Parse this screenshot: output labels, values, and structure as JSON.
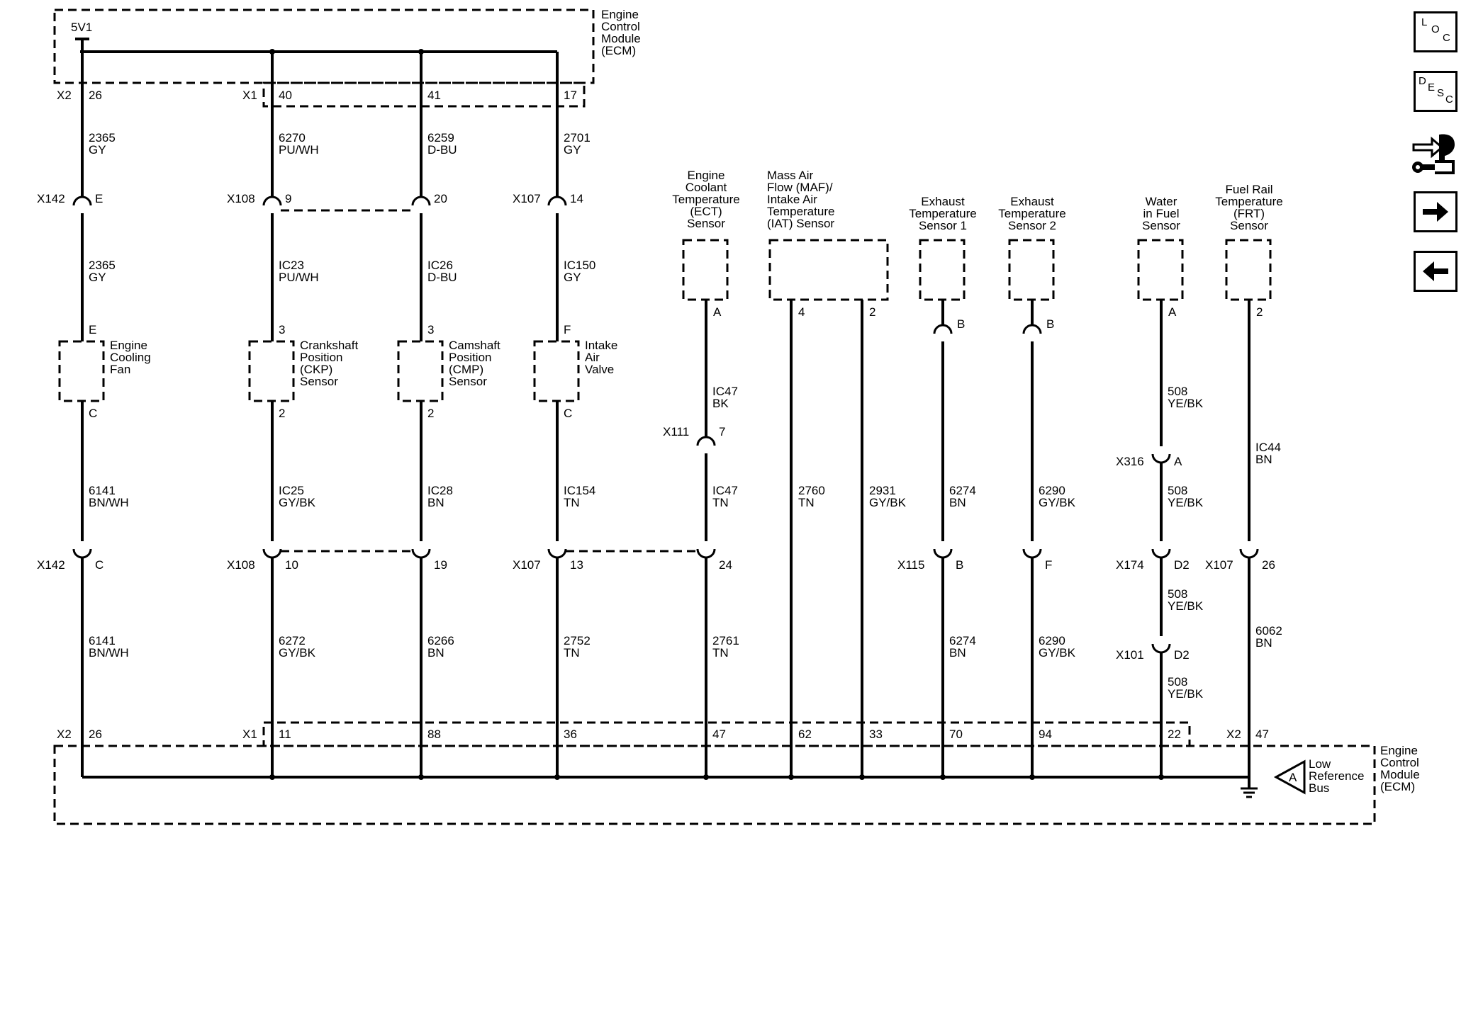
{
  "ecm_top": {
    "lines": [
      "Engine",
      "Control",
      "Module",
      "(ECM)"
    ],
    "supply": "5V1",
    "conn_x2": "X2",
    "conn_x1": "X1"
  },
  "ecm_bottom": {
    "lines": [
      "Engine",
      "Control",
      "Module",
      "(ECM)"
    ],
    "conn_x2a": "X2",
    "conn_x1": "X1",
    "conn_x2b": "X2"
  },
  "low_ref": {
    "symbol": "A",
    "lines": [
      "Low",
      "Reference",
      "Bus"
    ]
  },
  "circuits": [
    {
      "id": "fan",
      "ecm_pin_top": "26",
      "wire1": [
        "2365",
        "GY"
      ],
      "conn1": "X142",
      "conn1_pin": "E",
      "wire2": [
        "2365",
        "GY"
      ],
      "comp_pin_top": "E",
      "component": [
        "Engine",
        "Cooling",
        "Fan"
      ],
      "comp_pin_bottom": "C",
      "wire3": [
        "6141",
        "BN/WH"
      ],
      "conn2": "X142",
      "conn2_pin": "C",
      "wire4": [
        "6141",
        "BN/WH"
      ],
      "ecm_pin_bottom": "26"
    },
    {
      "id": "ckp",
      "ecm_pin_top": "40",
      "wire1": [
        "6270",
        "PU/WH"
      ],
      "conn1": "X108",
      "conn1_pin": "9",
      "wire2": [
        "IC23",
        "PU/WH"
      ],
      "comp_pin_top": "3",
      "component": [
        "Crankshaft",
        "Position",
        "(CKP)",
        "Sensor"
      ],
      "comp_pin_bottom": "2",
      "wire3": [
        "IC25",
        "GY/BK"
      ],
      "conn2": "X108",
      "conn2_pin": "10",
      "wire4": [
        "6272",
        "GY/BK"
      ],
      "ecm_pin_bottom": "11"
    },
    {
      "id": "cmp",
      "ecm_pin_top": "41",
      "wire1": [
        "6259",
        "D-BU"
      ],
      "conn1_pin": "20",
      "wire2": [
        "IC26",
        "D-BU"
      ],
      "comp_pin_top": "3",
      "component": [
        "Camshaft",
        "Position",
        "(CMP)",
        "Sensor"
      ],
      "comp_pin_bottom": "2",
      "wire3": [
        "IC28",
        "BN"
      ],
      "conn2_pin": "19",
      "wire4": [
        "6266",
        "BN"
      ],
      "ecm_pin_bottom": "88"
    },
    {
      "id": "iav",
      "ecm_pin_top": "17",
      "wire1": [
        "2701",
        "GY"
      ],
      "conn1": "X107",
      "conn1_pin": "14",
      "wire2": [
        "IC150",
        "GY"
      ],
      "comp_pin_top": "F",
      "component": [
        "Intake",
        "Air",
        "Valve"
      ],
      "comp_pin_bottom": "C",
      "wire3": [
        "IC154",
        "TN"
      ],
      "conn2": "X107",
      "conn2_pin": "13",
      "wire4": [
        "2752",
        "TN"
      ],
      "ecm_pin_bottom": "36"
    },
    {
      "id": "ect",
      "component": [
        "Engine",
        "Coolant",
        "Temperature",
        "(ECT)",
        "Sensor"
      ],
      "comp_pin": "A",
      "wire_a": [
        "IC47",
        "BK"
      ],
      "conn_a": "X111",
      "conn_a_pin": "7",
      "wire_b": [
        "IC47",
        "TN"
      ],
      "conn_b_pin": "24",
      "wire_c": [
        "2761",
        "TN"
      ],
      "ecm_pin_bottom": "47"
    },
    {
      "id": "maf",
      "component": [
        "Mass Air",
        "Flow (MAF)/",
        "Intake Air",
        "Temperature",
        "(IAT) Sensor"
      ],
      "pin_left": "4",
      "pin_right": "2",
      "wire_left": [
        "2760",
        "TN"
      ],
      "wire_right": [
        "2931",
        "GY/BK"
      ],
      "ecm_pin_left": "62",
      "ecm_pin_right": "33"
    },
    {
      "id": "ext1",
      "component": [
        "Exhaust",
        "Temperature",
        "Sensor 1"
      ],
      "comp_pin": "B",
      "wire_a": [
        "6274",
        "BN"
      ],
      "conn_b": "X115",
      "conn_b_pin": "B",
      "wire_c": [
        "6274",
        "BN"
      ],
      "ecm_pin_bottom": "70"
    },
    {
      "id": "ext2",
      "component": [
        "Exhaust",
        "Temperature",
        "Sensor 2"
      ],
      "comp_pin": "B",
      "wire_a": [
        "6290",
        "GY/BK"
      ],
      "conn_b_pin": "F",
      "wire_c": [
        "6290",
        "GY/BK"
      ],
      "ecm_pin_bottom": "94"
    },
    {
      "id": "wif",
      "component": [
        "Water",
        "in Fuel",
        "Sensor"
      ],
      "comp_pin": "A",
      "wire_a": [
        "508",
        "YE/BK"
      ],
      "conn_a": "X316",
      "conn_a_pin": "A",
      "wire_b": [
        "508",
        "YE/BK"
      ],
      "conn_b": "X174",
      "conn_b_pin": "D2",
      "wire_c": [
        "508",
        "YE/BK"
      ],
      "conn_c": "X101",
      "conn_c_pin": "D2",
      "wire_d": [
        "508",
        "YE/BK"
      ],
      "ecm_pin_bottom": "22"
    },
    {
      "id": "frt",
      "component": [
        "Fuel Rail",
        "Temperature",
        "(FRT)",
        "Sensor"
      ],
      "comp_pin": "2",
      "wire_a": [
        "IC44",
        "BN"
      ],
      "conn_b": "X107",
      "conn_b_pin": "26",
      "wire_c": [
        "6062",
        "BN"
      ],
      "ecm_pin_bottom": "47"
    }
  ],
  "nav_buttons": {
    "loc": [
      "L",
      "O",
      "C"
    ],
    "desc": [
      "D",
      "E",
      "S",
      "C"
    ],
    "connector_icon": "connector-repair-icon",
    "next_icon": "right-arrow-icon",
    "prev_icon": "left-arrow-icon"
  }
}
